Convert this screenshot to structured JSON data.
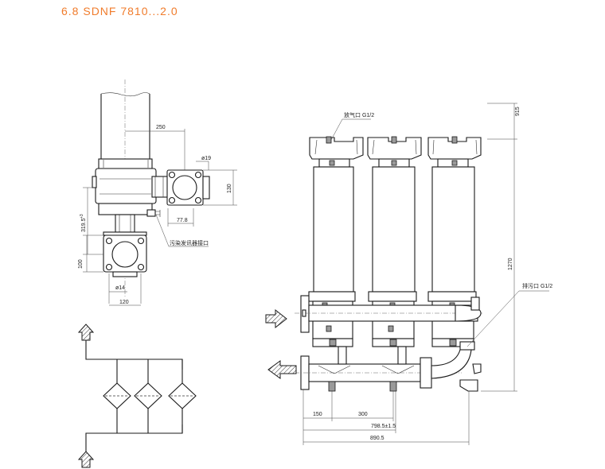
{
  "title": "6.8 SDNF 7810...2.0",
  "colors": {
    "title": "#f07c2c",
    "line": "#1a1a1a",
    "shade": "#9a9a9a"
  },
  "side_view": {
    "dim_250": "250",
    "dim_phi19": "ø19",
    "dim_130": "130",
    "dim_77_8": "77.8",
    "dim_319_5": "319.5",
    "dim_319_5_tol": "+3",
    "dim_100": "100",
    "dim_phi14": "ø14",
    "dim_120": "120",
    "label_pollution": "污染发讯器接口"
  },
  "front_view": {
    "label_vent": "放气口 G1/2",
    "label_drain": "排污口 G1/2",
    "dim_915": "915",
    "dim_1270": "1270",
    "dim_150": "150",
    "dim_300": "300",
    "dim_798": "798.5±1.5",
    "dim_890": "890.5"
  }
}
